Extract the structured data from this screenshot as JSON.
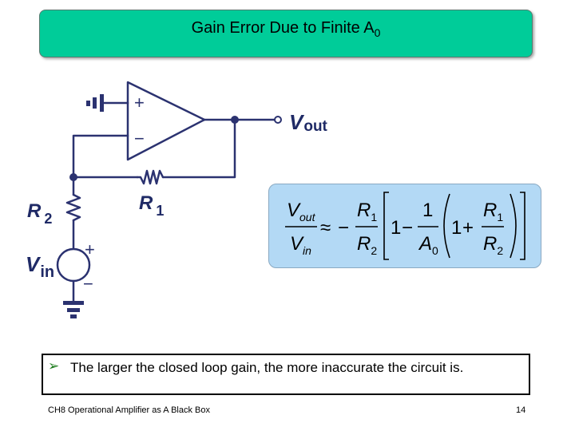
{
  "slide": {
    "title_main": "Gain Error Due to Finite A",
    "title_sub": "0",
    "bullet_text": "The larger the closed loop gain, the more inaccurate the circuit is.",
    "footer_left": "CH8 Operational Amplifier as A Black Box",
    "page_number": "14"
  },
  "circuit": {
    "vout_main": "V",
    "vout_sub": "out",
    "vin_main": "V",
    "vin_sub": "in",
    "r1_main": "R",
    "r1_sub": "1",
    "r2_main": "R",
    "r2_sub": "2",
    "opamp_plus": "+",
    "opamp_minus": "−",
    "source_plus": "+",
    "source_minus": "−"
  },
  "equation": {
    "lhs_num_main": "V",
    "lhs_num_sub": "out",
    "lhs_den_main": "V",
    "lhs_den_sub": "in",
    "approx": "≈",
    "neg": "−",
    "r1_main": "R",
    "r1_sub": "1",
    "r2_main": "R",
    "r2_sub": "2",
    "one": "1",
    "minus": "−",
    "a0_main": "A",
    "a0_sub": "0",
    "plus": "+"
  },
  "colors": {
    "title_bg": "#00cc99",
    "equation_bg": "#b3d9f5",
    "circuit_label": "#1f2a66",
    "wire": "#2b3270"
  }
}
